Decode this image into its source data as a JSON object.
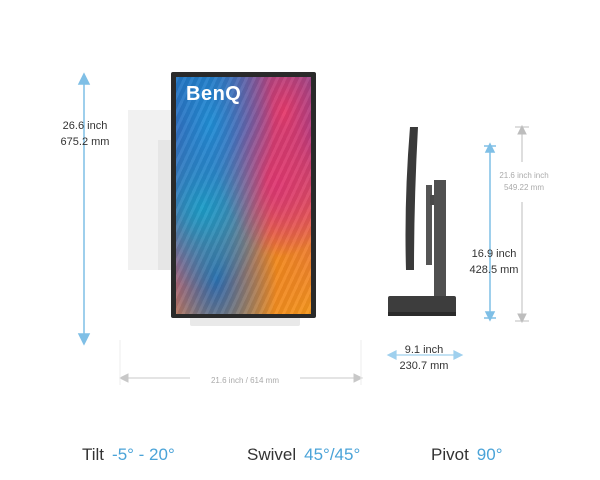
{
  "brand": {
    "logo_text": "BenQ"
  },
  "dimensions": {
    "front_height_inch": "26.6 inch",
    "front_height_mm": "675.2 mm",
    "front_width": "21.6 inch / 614 mm",
    "side_max_height_inch": "21.6 inch inch",
    "side_max_height_mm": "549.22 mm",
    "side_min_height_inch": "16.9 inch",
    "side_min_height_mm": "428.5 mm",
    "depth_inch": "9.1 inch",
    "depth_mm": "230.7 mm"
  },
  "specs": [
    {
      "label": "Tilt",
      "value": "-5° - 20°"
    },
    {
      "label": "Swivel",
      "value": "45°/45°"
    },
    {
      "label": "Pivot",
      "value": "90°"
    }
  ],
  "colors": {
    "accent": "#4aa3d8",
    "arrow": "#7fbfe6",
    "bezel": "#2a2a2a"
  }
}
